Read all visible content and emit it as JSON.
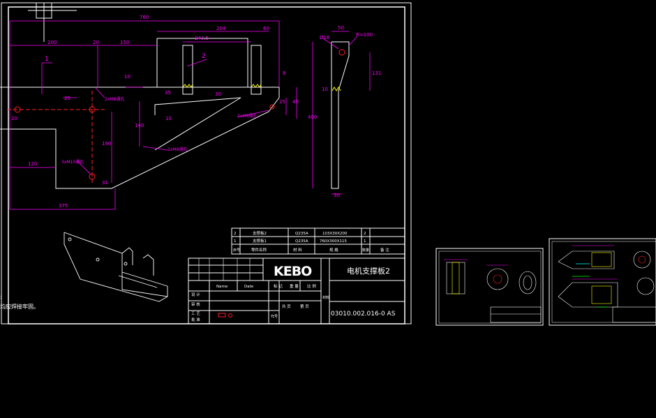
{
  "colors": {
    "background": "#000000",
    "frame": "#ffffff",
    "dimension": "#ff00ff",
    "centerline": "#ff2020",
    "hatch": "#ffff00",
    "accent_green": "#00ff00",
    "accent_cyan": "#00ffff"
  },
  "main_sheet": {
    "dims_top": {
      "overall": "760",
      "d1": "200",
      "d2": "20",
      "d3": "150",
      "d4": "10",
      "d5": "204",
      "d6": "60",
      "d7": "240.5",
      "d8": "8"
    },
    "dims_left": {
      "d1": "20",
      "d2": "25",
      "d3": "120",
      "d4": "190",
      "d5": "31",
      "d6": "375"
    },
    "dims_mid": {
      "d1": "35",
      "d2": "140",
      "d3": "10",
      "d4": "30"
    },
    "dims_right": {
      "r1": "25",
      "r2": "45"
    },
    "callouts": {
      "c1": "1",
      "c2": "2",
      "hole_a": "2xM8通孔",
      "hole_b": "2xM8通孔",
      "hole_c": "3xM10通孔",
      "hole_d": "2xM8通孔"
    },
    "side_view": {
      "phi": "Ø16",
      "w": "50",
      "r": "R=100",
      "h1": "131",
      "h2": "400",
      "t": "30",
      "label": "10"
    },
    "note_prefix": ":",
    "note_text": "均应焊接牢固。"
  },
  "bom": {
    "rows": [
      {
        "no": "2",
        "name": "支撑板2",
        "material": "Q235A",
        "spec": "103X30X200",
        "qty": "2"
      },
      {
        "no": "1",
        "name": "支撑板1",
        "material": "Q235A",
        "spec": "760X300X115",
        "qty": "1"
      }
    ],
    "header": {
      "no": "序号",
      "name": "零件名称",
      "material": "材 料",
      "spec": "规 格",
      "qty": "数量",
      "remark": "备 注"
    }
  },
  "title_block": {
    "logo": "KEBO",
    "drawing_name": "电机支撑板2",
    "drawing_no": "03010.002.016-0 AS",
    "labels": {
      "design": "设 计",
      "check": "审 核",
      "process": "工 艺",
      "approve": "批 准",
      "name": "Name",
      "date": "Date",
      "mark": "标 记",
      "weight": "重 量",
      "scale": "比 例",
      "sheet": "共 页",
      "page": "第 页",
      "material_col": "材料",
      "code": "代号"
    }
  }
}
